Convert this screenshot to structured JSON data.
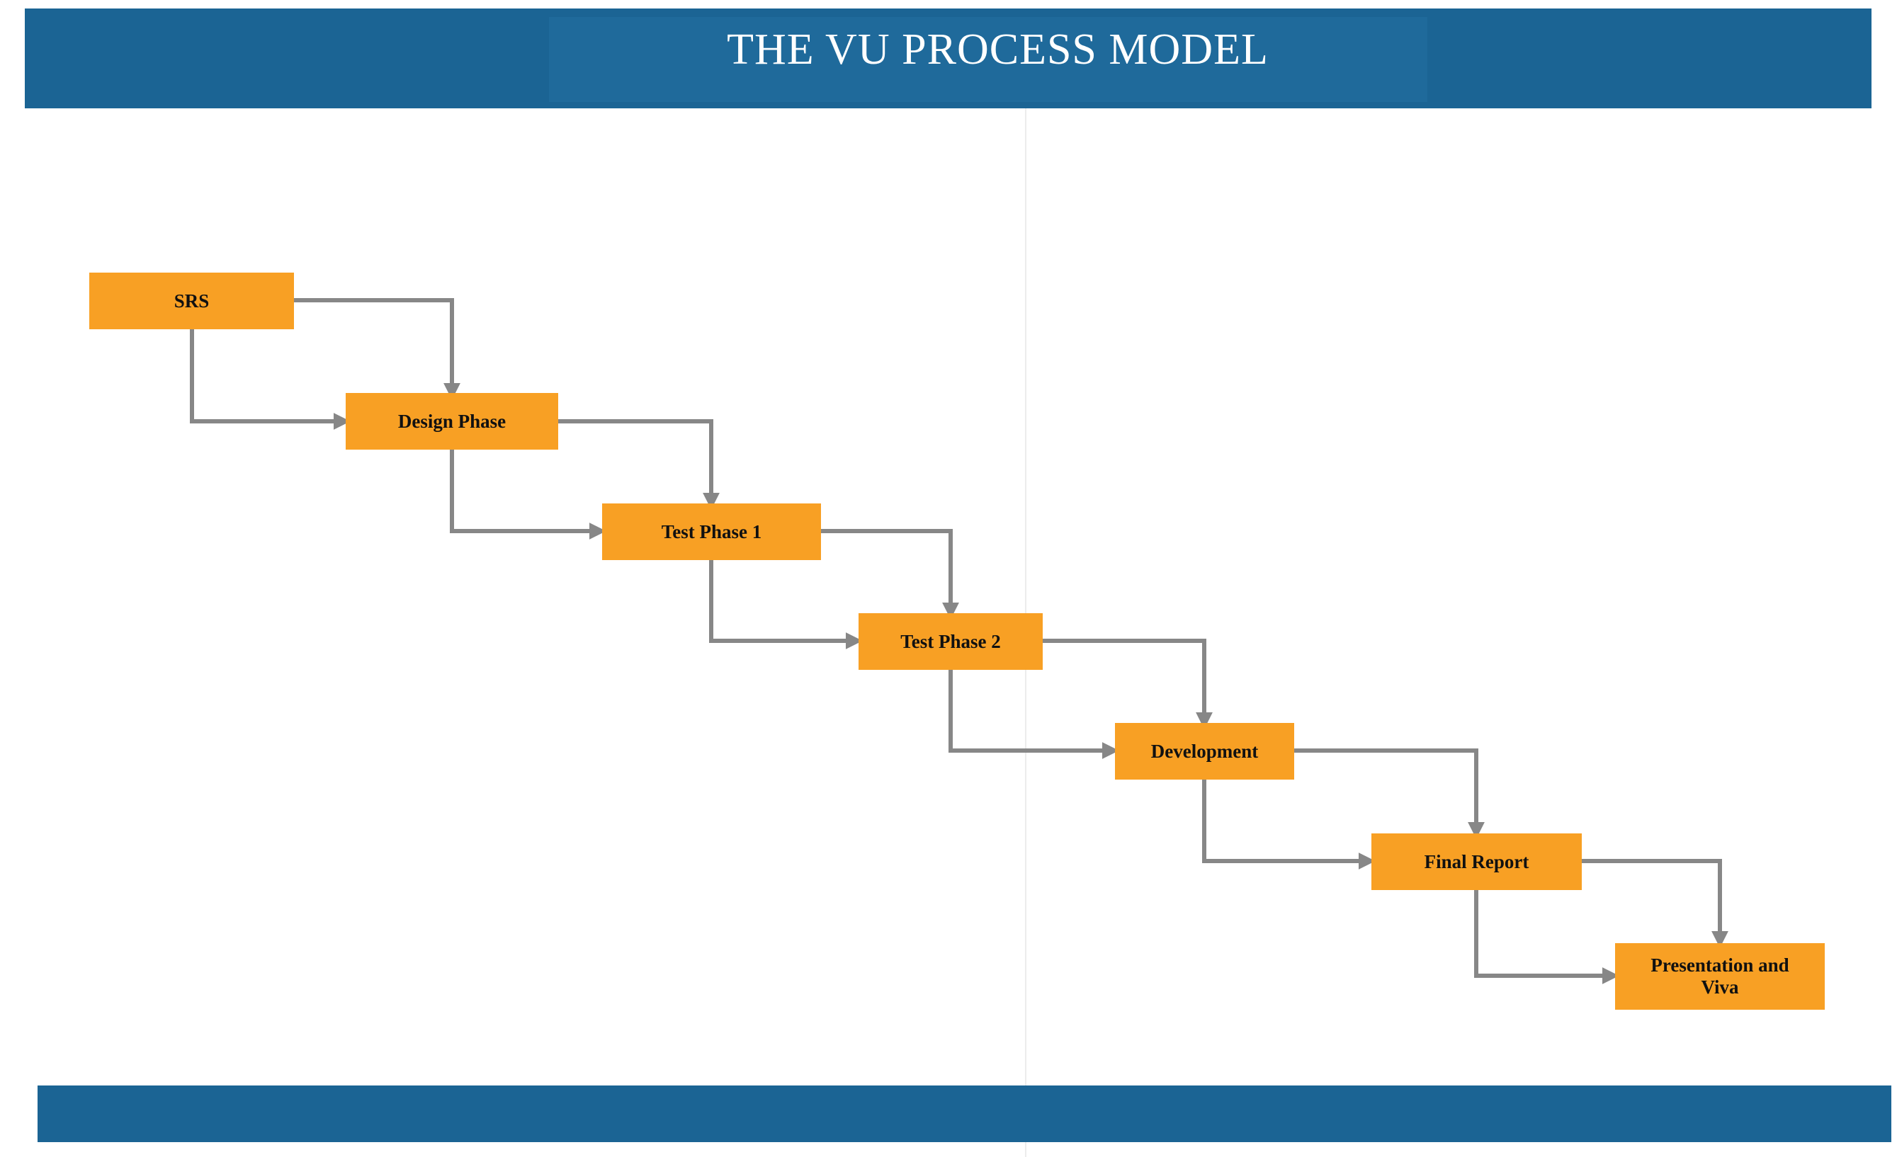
{
  "header": {
    "title": "THE VU PROCESS MODEL"
  },
  "colors": {
    "band": "#1b6494",
    "step_fill": "#f8a024",
    "connector": "#878787",
    "label_text": "#111111"
  },
  "process": {
    "steps": [
      {
        "label": "SRS"
      },
      {
        "label": "Design Phase"
      },
      {
        "label": "Test Phase 1"
      },
      {
        "label": "Test Phase 2"
      },
      {
        "label": "Development"
      },
      {
        "label": "Final Report"
      },
      {
        "label": "Presentation and\nViva"
      }
    ]
  }
}
